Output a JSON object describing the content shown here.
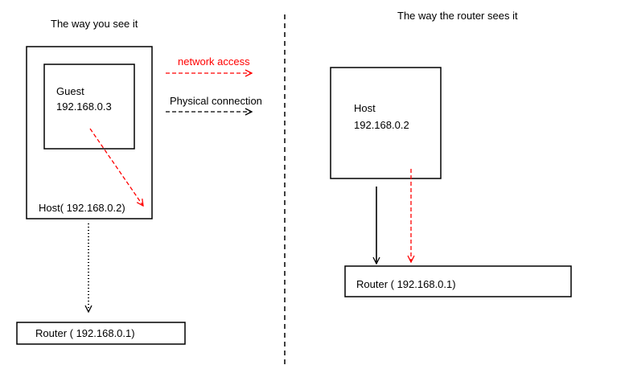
{
  "left_panel": {
    "title": "The way you see it",
    "guest": {
      "name": "Guest",
      "ip": "192.168.0.3"
    },
    "host_label": "Host( 192.168.0.2)",
    "router_label": "Router ( 192.168.0.1)"
  },
  "legend": {
    "network_access": "network access",
    "physical_connection": "Physical connection"
  },
  "right_panel": {
    "title": "The way the router sees it",
    "host": {
      "name": "Host",
      "ip": "192.168.0.2"
    },
    "router_label": "Router ( 192.168.0.1)"
  },
  "colors": {
    "network_access": "#ff0000",
    "physical_connection": "#000000"
  }
}
